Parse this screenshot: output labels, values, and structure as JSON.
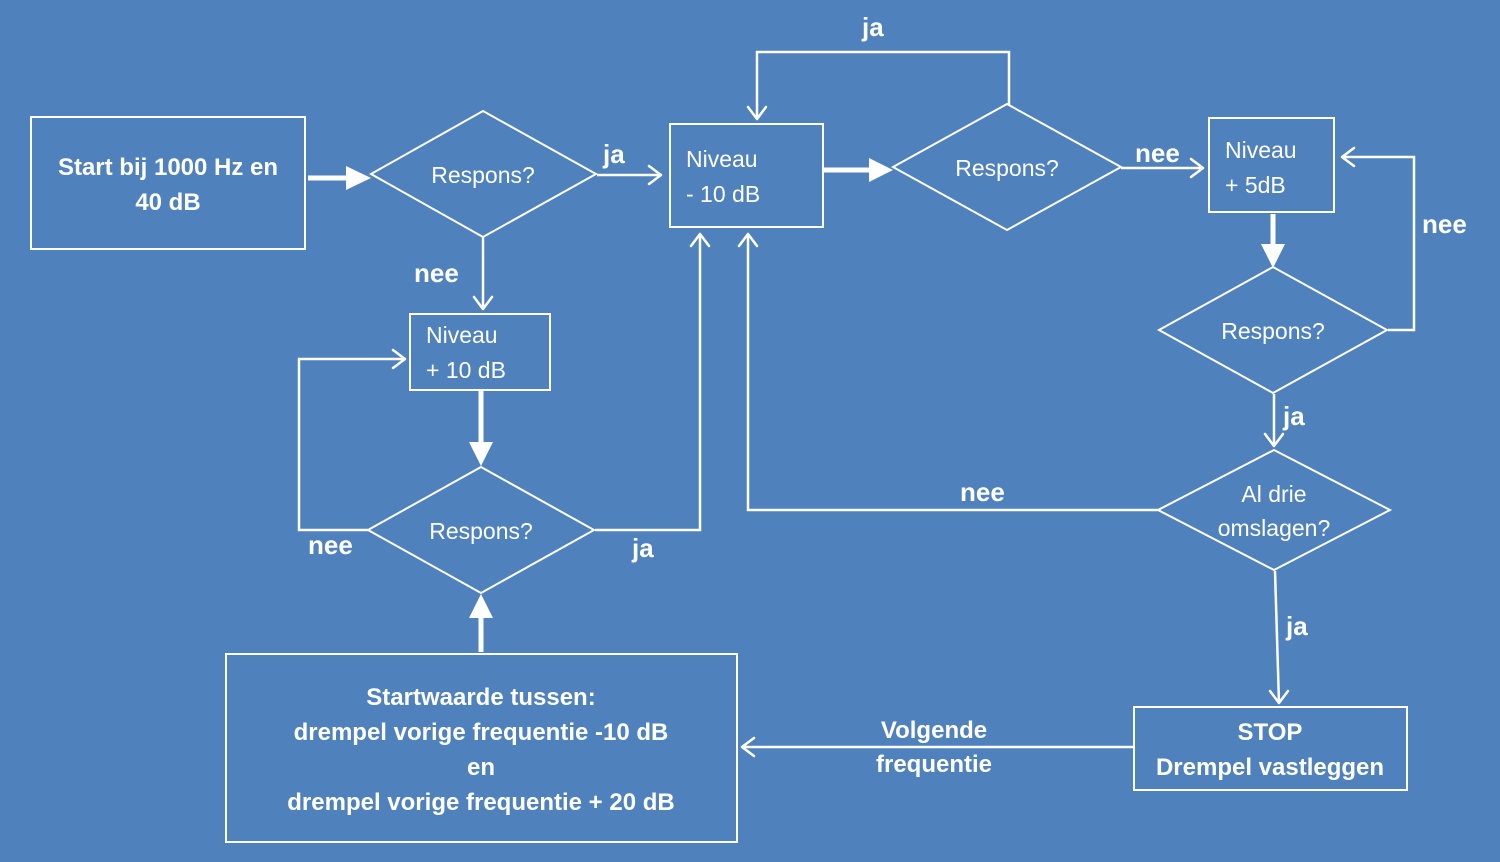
{
  "nodes": {
    "start": [
      "Start bij 1000 Hz en",
      "40 dB"
    ],
    "respons_1": "Respons?",
    "niveau_minus10": [
      "Niveau",
      "- 10 dB"
    ],
    "respons_2": "Respons?",
    "niveau_plus5": [
      "Niveau",
      "+ 5dB"
    ],
    "niveau_plus10": [
      "Niveau",
      "+ 10 dB"
    ],
    "respons_3": "Respons?",
    "respons_4": "Respons?",
    "al_drie": [
      "Al drie",
      "omslagen?"
    ],
    "stop": [
      "STOP",
      "Drempel vastleggen"
    ],
    "startwaarde": [
      "Startwaarde tussen:",
      "drempel vorige frequentie -10 dB",
      "en",
      "drempel vorige frequentie + 20 dB"
    ]
  },
  "edge_labels": {
    "r1_ja": "ja",
    "r1_nee": "nee",
    "r2_ja": "ja",
    "r2_nee": "nee",
    "r3_ja": "ja",
    "r3_nee": "nee",
    "r4_nee": "nee",
    "r4_ja": "ja",
    "al_drie_nee": "nee",
    "al_drie_ja": "ja",
    "volgende": [
      "Volgende",
      "frequentie"
    ]
  },
  "colors": {
    "background": "#4f81bd",
    "foreground": "#ffffff"
  }
}
